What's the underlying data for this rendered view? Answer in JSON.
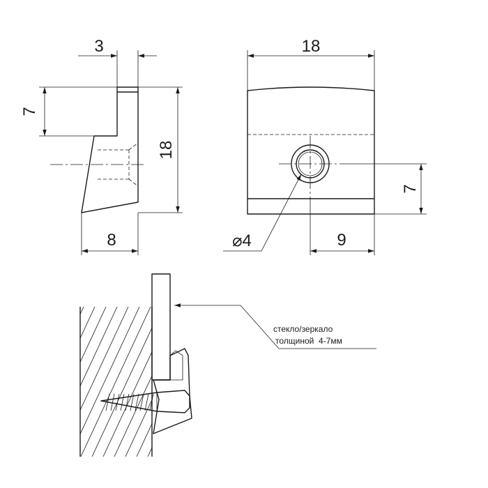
{
  "side_view": {
    "dim_top": "3",
    "dim_left": "7",
    "dim_height": "18",
    "dim_bottom": "8"
  },
  "front_view": {
    "dim_width": "18",
    "dim_right": "7",
    "dim_hole": "⌀4",
    "dim_bottom": "9"
  },
  "mounting_view": {
    "note_line1": "стекло/зеркало",
    "note_line2": "толщиной  4-7мм"
  }
}
